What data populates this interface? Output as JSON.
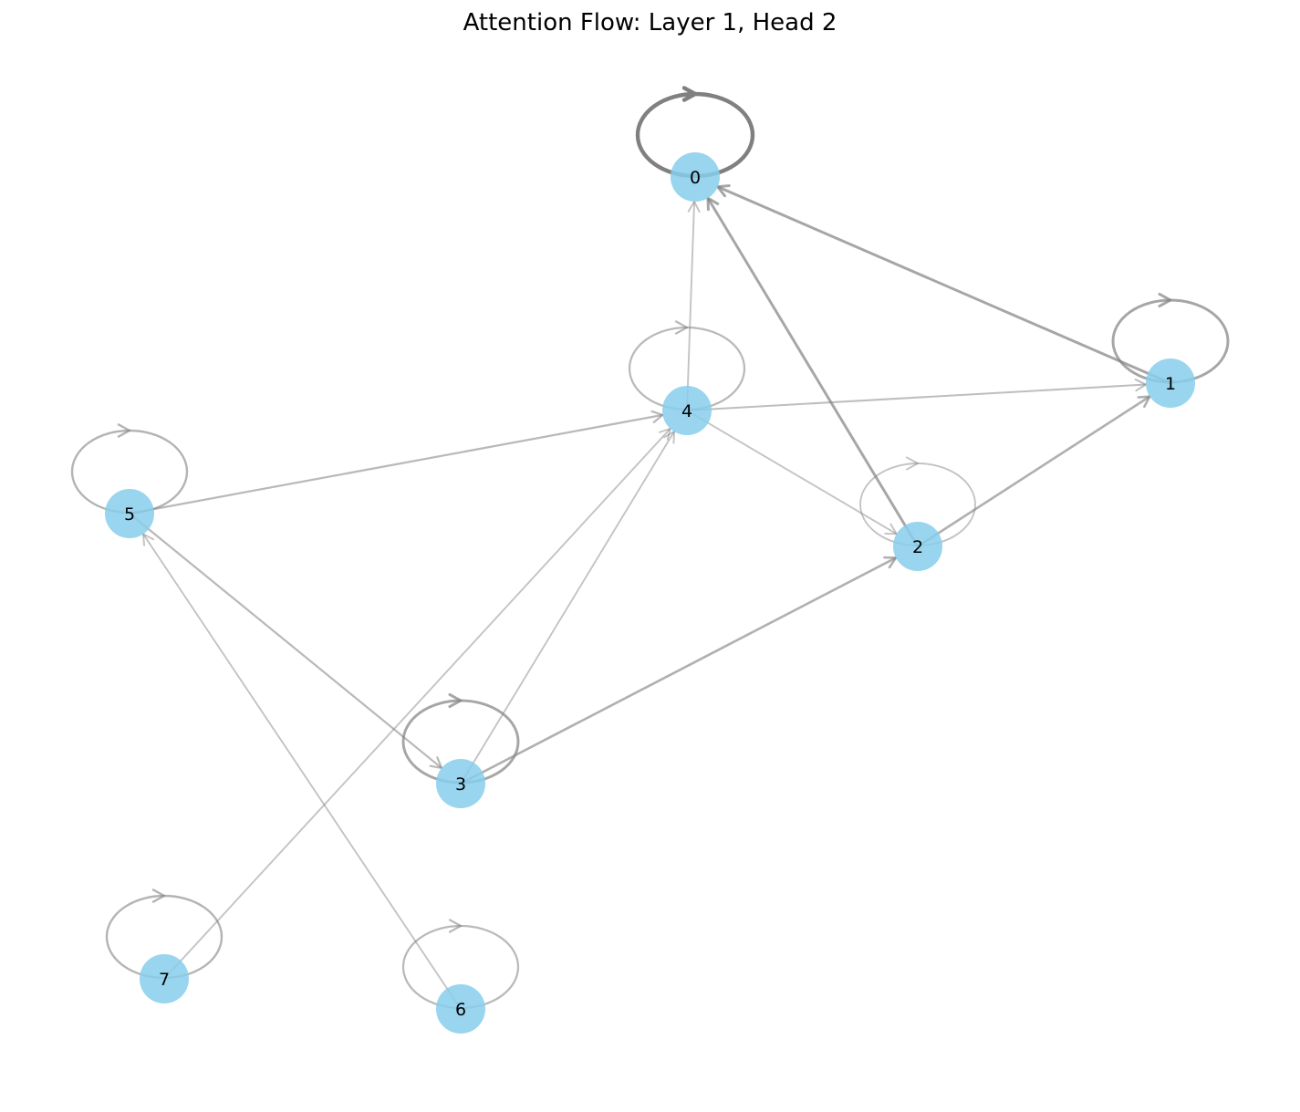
{
  "title": "Attention Flow: Layer 1, Head 2",
  "colors": {
    "node_fill": "#87CEEB",
    "edge": "#808080",
    "background": "#ffffff"
  },
  "nodes": [
    {
      "id": "0",
      "label": "0"
    },
    {
      "id": "1",
      "label": "1"
    },
    {
      "id": "2",
      "label": "2"
    },
    {
      "id": "3",
      "label": "3"
    },
    {
      "id": "4",
      "label": "4"
    },
    {
      "id": "5",
      "label": "5"
    },
    {
      "id": "6",
      "label": "6"
    },
    {
      "id": "7",
      "label": "7"
    }
  ],
  "edges": [
    {
      "source": "0",
      "target": "0",
      "weight": 1.0
    },
    {
      "source": "1",
      "target": "1",
      "weight": 0.6
    },
    {
      "source": "1",
      "target": "0",
      "weight": 0.6
    },
    {
      "source": "2",
      "target": "0",
      "weight": 0.6
    },
    {
      "source": "2",
      "target": "1",
      "weight": 0.5
    },
    {
      "source": "2",
      "target": "2",
      "weight": 0.3
    },
    {
      "source": "3",
      "target": "3",
      "weight": 0.6
    },
    {
      "source": "3",
      "target": "2",
      "weight": 0.5
    },
    {
      "source": "3",
      "target": "4",
      "weight": 0.3
    },
    {
      "source": "4",
      "target": "4",
      "weight": 0.4
    },
    {
      "source": "4",
      "target": "0",
      "weight": 0.3
    },
    {
      "source": "4",
      "target": "1",
      "weight": 0.35
    },
    {
      "source": "4",
      "target": "2",
      "weight": 0.3
    },
    {
      "source": "5",
      "target": "5",
      "weight": 0.45
    },
    {
      "source": "5",
      "target": "4",
      "weight": 0.4
    },
    {
      "source": "5",
      "target": "3",
      "weight": 0.4
    },
    {
      "source": "6",
      "target": "6",
      "weight": 0.4
    },
    {
      "source": "6",
      "target": "5",
      "weight": 0.3
    },
    {
      "source": "7",
      "target": "7",
      "weight": 0.45
    },
    {
      "source": "7",
      "target": "4",
      "weight": 0.3
    }
  ]
}
